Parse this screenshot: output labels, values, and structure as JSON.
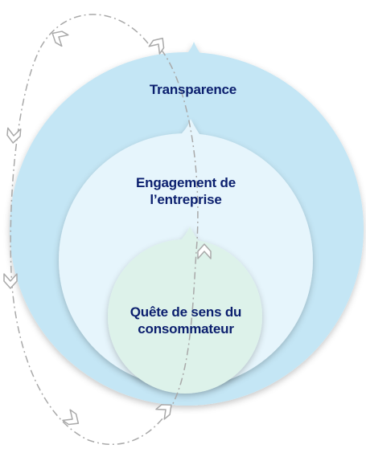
{
  "layers": [
    {
      "id": "outer",
      "lines": [
        "Transparence"
      ],
      "fill": "#c4e6f5"
    },
    {
      "id": "middle",
      "lines": [
        "Engagement de",
        "l’entreprise"
      ],
      "fill": "#e6f5fc"
    },
    {
      "id": "inner",
      "lines": [
        "Quête de sens du",
        "consommateur"
      ],
      "fill": "#ddf2ea"
    }
  ],
  "colors": {
    "text": "#0b1f6e",
    "dashed_path": "#a9a9a9",
    "arrow_stroke": "#a9a9a9",
    "arrow_fill": "#ffffff"
  }
}
